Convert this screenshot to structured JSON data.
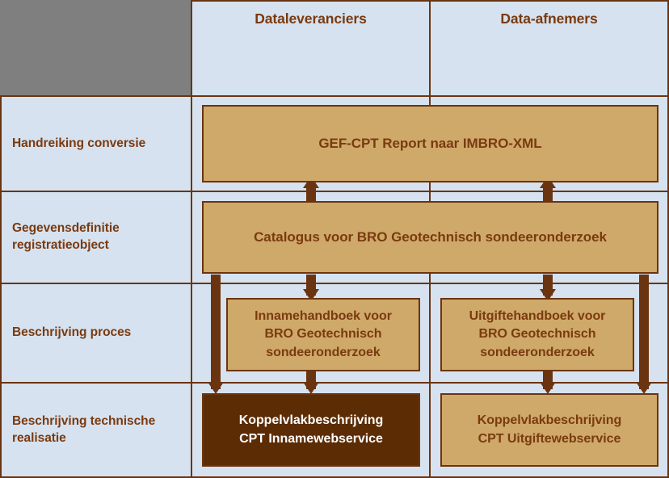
{
  "colors": {
    "cell_fill": "#d6e2ef",
    "border": "#6b3410",
    "corner_fill": "#7f7f7f",
    "box_tan_fill": "#cfa969",
    "box_dark_fill": "#5c2c05",
    "text_brown": "#7a3a10",
    "text_white": "#ffffff"
  },
  "columns": {
    "corner_label": "",
    "headers": [
      {
        "label": "Dataleveranciers"
      },
      {
        "label": "Data-afnemers"
      }
    ]
  },
  "rows": [
    {
      "label": "Handreiking conversie"
    },
    {
      "label": "Gegevensdefinitie\nregistratieobject"
    },
    {
      "label": "Beschrijving proces"
    },
    {
      "label": "Beschrijving technische\nrealisatie"
    }
  ],
  "boxes": {
    "gef_cpt_report": {
      "label": "GEF-CPT Report naar IMBRO-XML",
      "style": "tan"
    },
    "catalogus": {
      "label": "Catalogus voor BRO Geotechnisch sondeeronderzoek",
      "style": "tan"
    },
    "innamehandboek": {
      "label": "Innamehandboek voor\nBRO Geotechnisch\nsondeeronderzoek",
      "style": "tan"
    },
    "uitgiftehandboek": {
      "label": "Uitgiftehandboek voor\nBRO Geotechnisch\nsondeeronderzoek",
      "style": "tan"
    },
    "koppelvlak_inname": {
      "label": "Koppelvlakbeschrijving\nCPT Innamewebservice",
      "style": "dark"
    },
    "koppelvlak_uitgifte": {
      "label": "Koppelvlakbeschrijving\nCPT Uitgiftewebservice",
      "style": "tan"
    }
  },
  "connectors": [
    {
      "name": "catalogus-to-gef-cpt-left",
      "direction": "up"
    },
    {
      "name": "catalogus-to-gef-cpt-right",
      "direction": "up"
    },
    {
      "name": "catalogus-to-innamehandboek",
      "direction": "down"
    },
    {
      "name": "catalogus-to-uitgiftehandboek",
      "direction": "down"
    },
    {
      "name": "catalogus-to-koppelvlak-inname",
      "direction": "down"
    },
    {
      "name": "catalogus-to-koppelvlak-uitgifte",
      "direction": "down"
    },
    {
      "name": "innamehandboek-to-koppelvlak-inname",
      "direction": "down"
    },
    {
      "name": "uitgiftehandboek-to-koppelvlak-uitgifte",
      "direction": "down"
    }
  ]
}
